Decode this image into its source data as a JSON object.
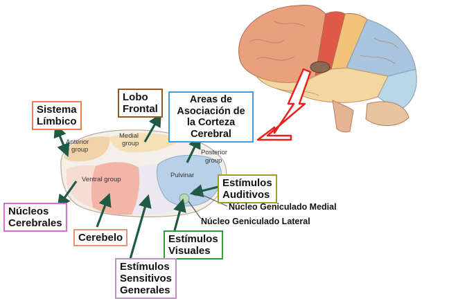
{
  "colors": {
    "arrow": "#1f5a45",
    "pointer_arrow": "#e8211d",
    "border_sistema_limbico": "#e8804a",
    "border_lobo_frontal": "#8a5a2a",
    "border_areas": "#3aa0e0",
    "border_nucleos": "#d070d0",
    "border_cerebelo": "#e89070",
    "border_auditivos": "#a0a020",
    "border_visuales": "#3a9a3a",
    "border_generales": "#c090c0"
  },
  "labels": {
    "sistema_limbico": [
      "Sistema",
      "Límbico"
    ],
    "lobo_frontal": [
      "Lobo",
      "Frontal"
    ],
    "areas_asociacion": [
      "Areas de",
      "Asociación de",
      "la Corteza",
      "Cerebral"
    ],
    "nucleos_cerebrales": [
      "Núcleos",
      "Cerebrales"
    ],
    "cerebelo": [
      "Cerebelo"
    ],
    "estimulos_auditivos": [
      "Estímulos",
      "Auditivos"
    ],
    "estimulos_visuales": [
      "Estímulos",
      "Visuales"
    ],
    "estimulos_generales": [
      "Estímulos",
      "Sensitivos",
      "Generales"
    ],
    "nucleo_geniculado_medial": "Núcleo Geniculado Medial",
    "nucleo_geniculado_lateral": "Núcleo Geniculado Lateral"
  },
  "thalamus_regions": {
    "anterior": [
      "Anterior",
      "group"
    ],
    "medial": [
      "Medial",
      "group"
    ],
    "posterior": [
      "Posterior",
      "group"
    ],
    "ventral": "Ventral group",
    "pulvinar": "Pulvinar"
  }
}
